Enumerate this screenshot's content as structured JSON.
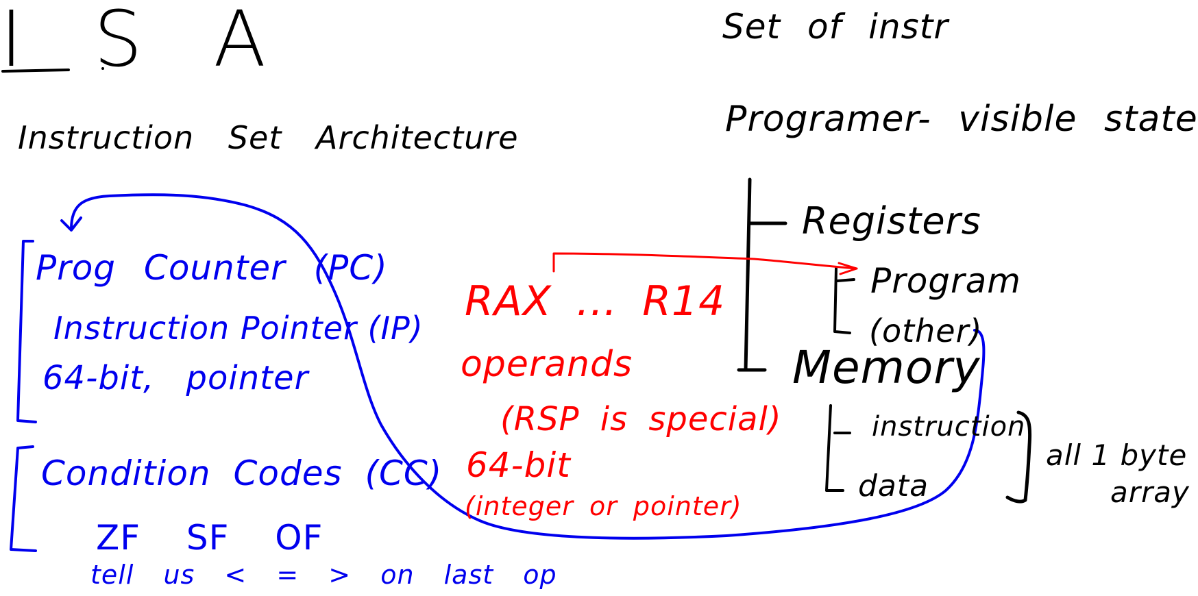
{
  "title": "I S A",
  "subtitle": "Instruction Set Architecture",
  "right_column": {
    "heading": "Set of instr",
    "state_heading": "Programer- visible state",
    "registers": "Registers",
    "program": "Program",
    "other": "(other)",
    "memory": "Memory",
    "instruction": "instruction",
    "data": "data",
    "memory_note_line1": "all 1 byte",
    "memory_note_line2": "array"
  },
  "program_counter_group": {
    "line1": "Prog Counter (PC)",
    "line2": "Instruction Pointer (IP)",
    "line3": "64-bit, pointer"
  },
  "condition_codes_group": {
    "line1": "Condition Codes (CC)",
    "flags": "ZF SF OF",
    "note": "tell us < = > on last op"
  },
  "registers_group": {
    "line1": "RAX ... R14",
    "line2": "operands",
    "line3": "(RSP is special)",
    "line4": "64-bit",
    "line5": "(integer or pointer)"
  },
  "colors": {
    "ink_black": "#000000",
    "ink_blue": "#0000ee",
    "ink_red": "#ff0000",
    "background": "#ffffff"
  }
}
